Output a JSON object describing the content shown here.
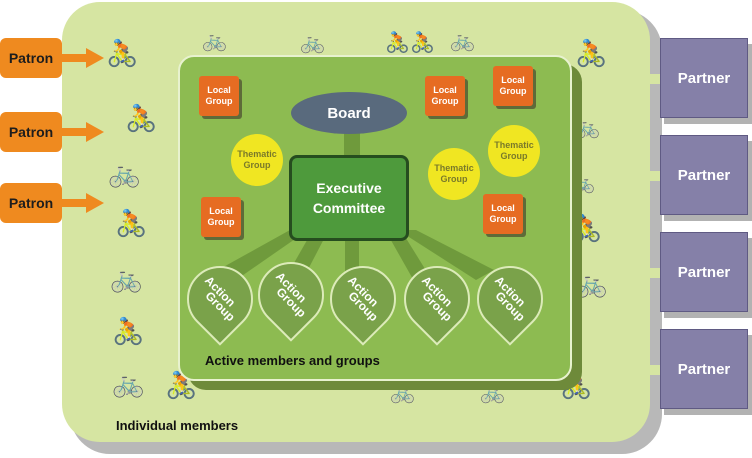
{
  "patrons": [
    "Patron",
    "Patron",
    "Patron"
  ],
  "partners": [
    "Partner",
    "Partner",
    "Partner",
    "Partner"
  ],
  "board": "Board",
  "executive": [
    "Executive",
    "Committee"
  ],
  "local_groups": [
    [
      "Local",
      "Group"
    ],
    [
      "Local",
      "Group"
    ],
    [
      "Local",
      "Group"
    ],
    [
      "Local",
      "Group"
    ],
    [
      "Local",
      "Group"
    ]
  ],
  "thematic_groups": [
    [
      "Thematic",
      "Group"
    ],
    [
      "Thematic",
      "Group"
    ],
    [
      "Thematic",
      "Group"
    ]
  ],
  "action_groups": [
    [
      "Action",
      "Group"
    ],
    [
      "Action",
      "Group"
    ],
    [
      "Action",
      "Group"
    ],
    [
      "Action",
      "Group"
    ],
    [
      "Action",
      "Group"
    ]
  ],
  "active_label": "Active members and groups",
  "individual_label": "Individual members",
  "cyclist_icon": "bicycle-icon",
  "colors": {
    "outer": "#d6e5a2",
    "inner": "#8dbb51",
    "patron": "#ef8a1f",
    "partner": "#8580a8",
    "local": "#e66c22",
    "thematic": "#f0e622",
    "action": "#7aa24a",
    "board": "#596a7d",
    "executive": "#4e9a3c"
  }
}
